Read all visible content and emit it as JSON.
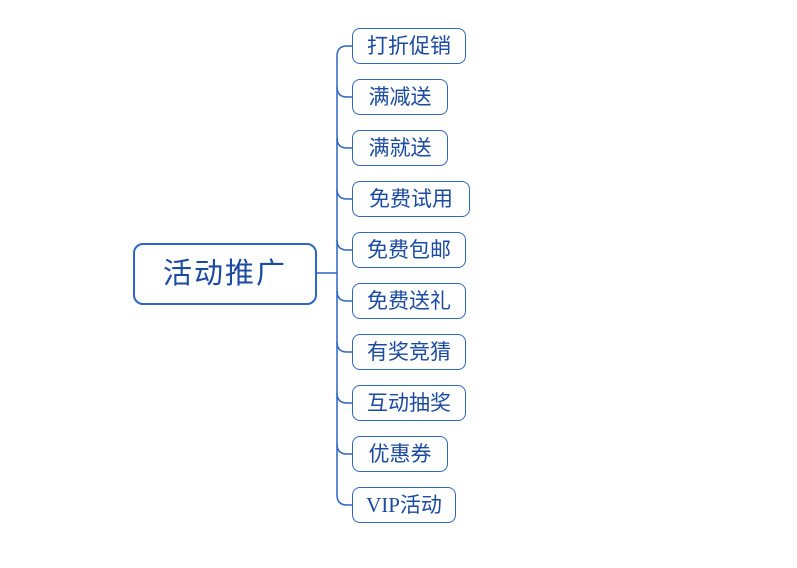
{
  "colors": {
    "line": "#2E66C4",
    "text": "#1B4AA2",
    "background": "#FFFFFF"
  },
  "diagram": {
    "type": "mindmap",
    "root": {
      "label": "活动推广"
    },
    "children": [
      {
        "label": "打折促销"
      },
      {
        "label": "满减送"
      },
      {
        "label": "满就送"
      },
      {
        "label": "免费试用"
      },
      {
        "label": "免费包邮"
      },
      {
        "label": "免费送礼"
      },
      {
        "label": "有奖竞猜"
      },
      {
        "label": "互动抽奖"
      },
      {
        "label": "优惠券"
      },
      {
        "label": "VIP活动"
      }
    ]
  }
}
